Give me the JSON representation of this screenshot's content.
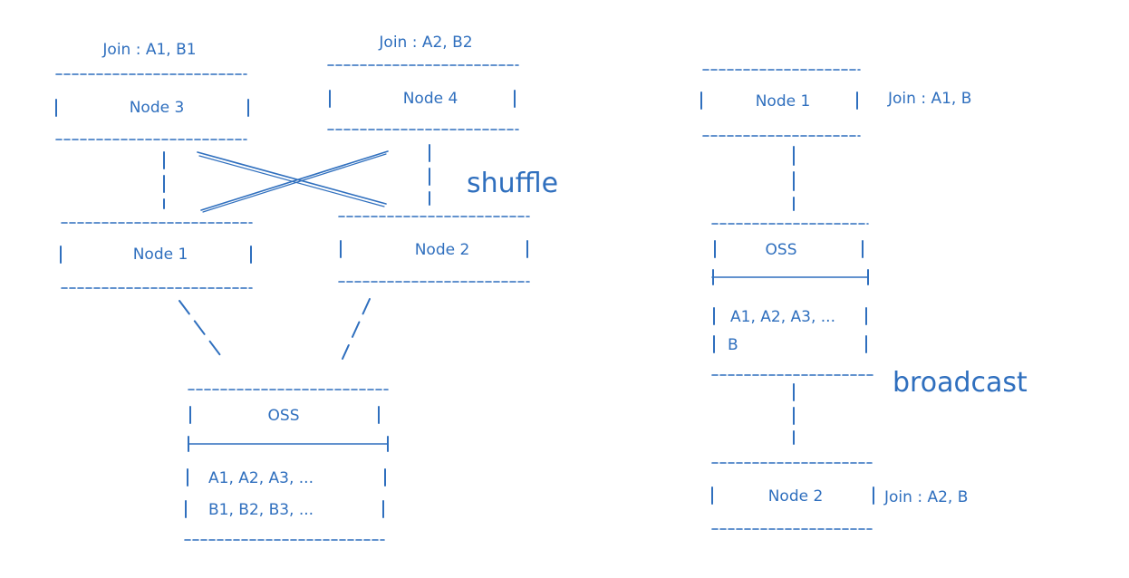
{
  "shuffle_diagram": {
    "node3": {
      "label": "Node 3",
      "join": "Join : A1, B1"
    },
    "node4": {
      "label": "Node 4",
      "join": "Join : A2, B2"
    },
    "node1": {
      "label": "Node 1"
    },
    "node2": {
      "label": "Node 2"
    },
    "oss": {
      "title": "OSS",
      "row_a": "A1, A2, A3, ...",
      "row_b": "B1, B2, B3, ..."
    },
    "annotation": "shuffle"
  },
  "broadcast_diagram": {
    "node1": {
      "label": "Node 1",
      "join": "Join : A1, B"
    },
    "oss": {
      "title": "OSS",
      "row_a": "A1, A2, A3, ...",
      "row_b": "B"
    },
    "node2": {
      "label": "Node 2",
      "join": "Join : A2, B"
    },
    "annotation": "broadcast"
  },
  "colors": {
    "ink": "#2f6fbe",
    "background": "#ffffff"
  }
}
